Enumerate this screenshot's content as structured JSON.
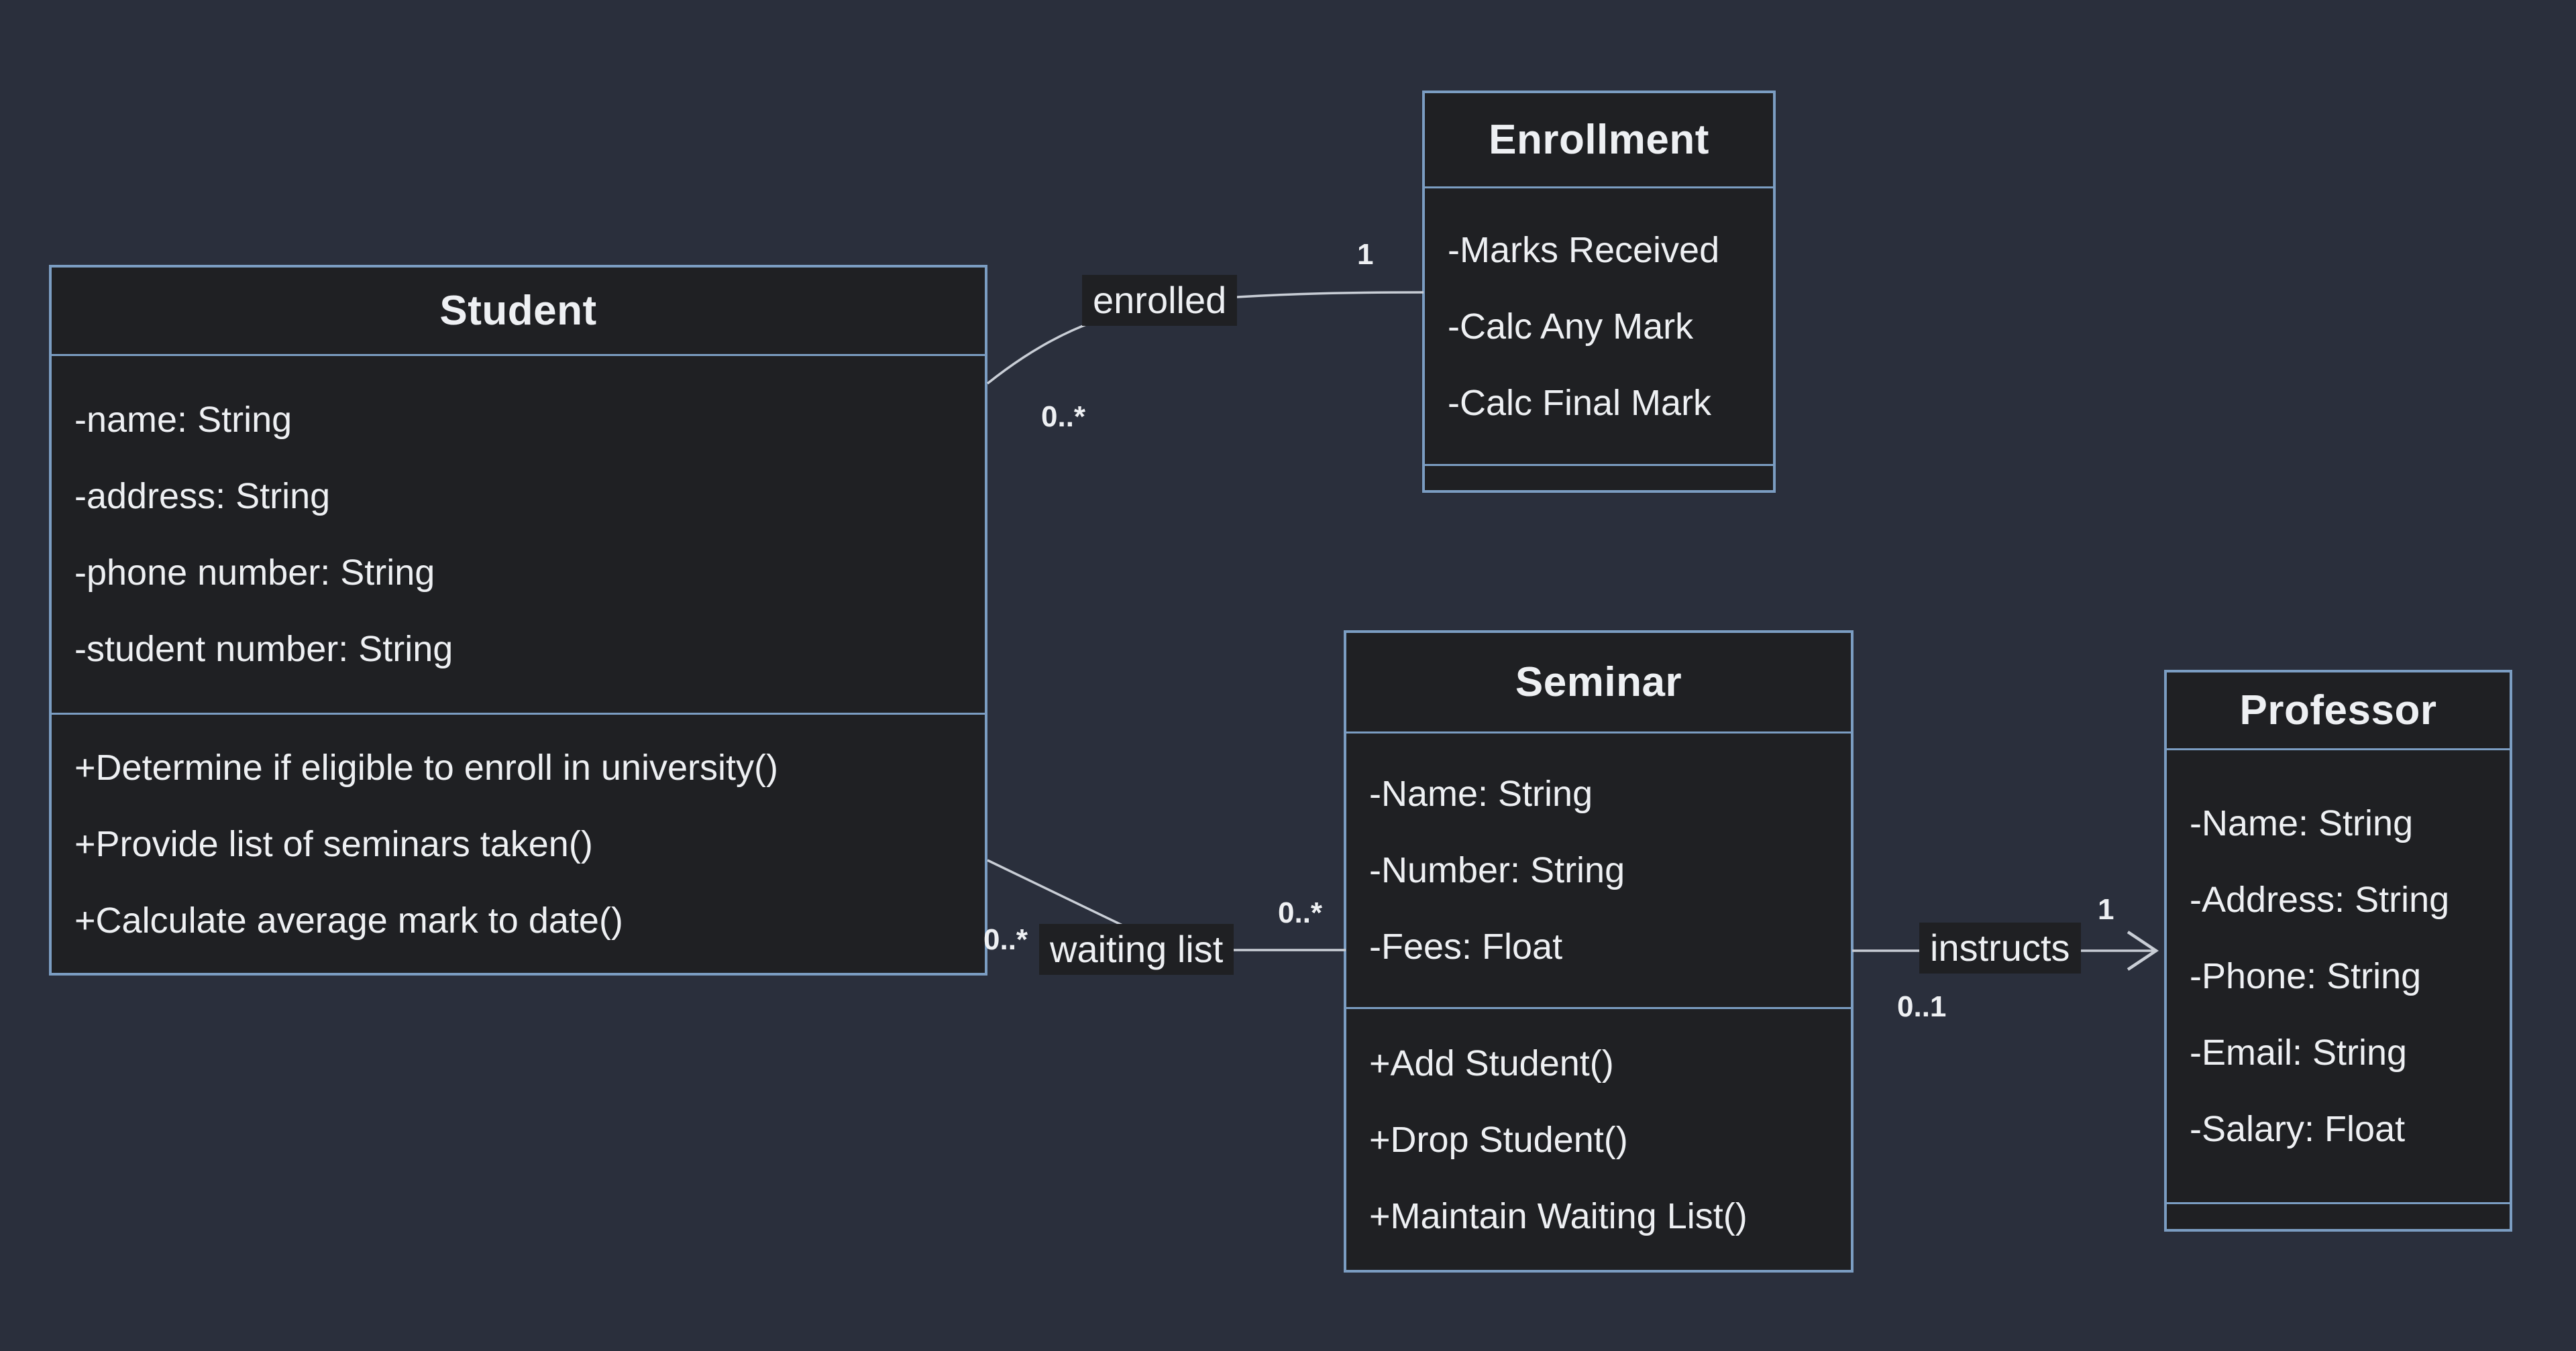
{
  "diagram": {
    "kind": "UML class diagram",
    "colors": {
      "background": "#2a2f3c",
      "node_fill": "#1f2023",
      "node_border": "#7b9dc2",
      "edge_line": "#c9ced6",
      "text": "#eef0f3"
    }
  },
  "classes": [
    {
      "title": "Student",
      "attributes": [
        "-name: String",
        "-address: String",
        "-phone number: String",
        "-student number: String"
      ],
      "methods": [
        "+Determine if eligible to enroll in university()",
        "+Provide list of seminars taken()",
        "+Calculate average mark to date()"
      ]
    },
    {
      "title": "Enrollment",
      "attributes": [
        "-Marks Received",
        "-Calc Any Mark",
        "-Calc Final Mark"
      ],
      "methods": []
    },
    {
      "title": "Seminar",
      "attributes": [
        "-Name: String",
        "-Number: String",
        "-Fees: Float"
      ],
      "methods": [
        "+Add Student()",
        "+Drop Student()",
        "+Maintain Waiting List()"
      ]
    },
    {
      "title": "Professor",
      "attributes": [
        "-Name: String",
        "-Address: String",
        "-Phone: String",
        "-Email: String",
        "-Salary: Float"
      ],
      "methods": []
    }
  ],
  "associations": [
    {
      "label": "enrolled",
      "source": "Student",
      "target": "Enrollment",
      "source_multiplicity": "0..*",
      "target_multiplicity": "1",
      "arrowhead": "none"
    },
    {
      "label": "waiting list",
      "source": "Student",
      "target": "Seminar",
      "source_multiplicity": "0..*",
      "target_multiplicity": "0..*",
      "arrowhead": "none"
    },
    {
      "label": "instructs",
      "source": "Seminar",
      "target": "Professor",
      "source_multiplicity": "0..1",
      "target_multiplicity": "1",
      "arrowhead": "open"
    }
  ]
}
